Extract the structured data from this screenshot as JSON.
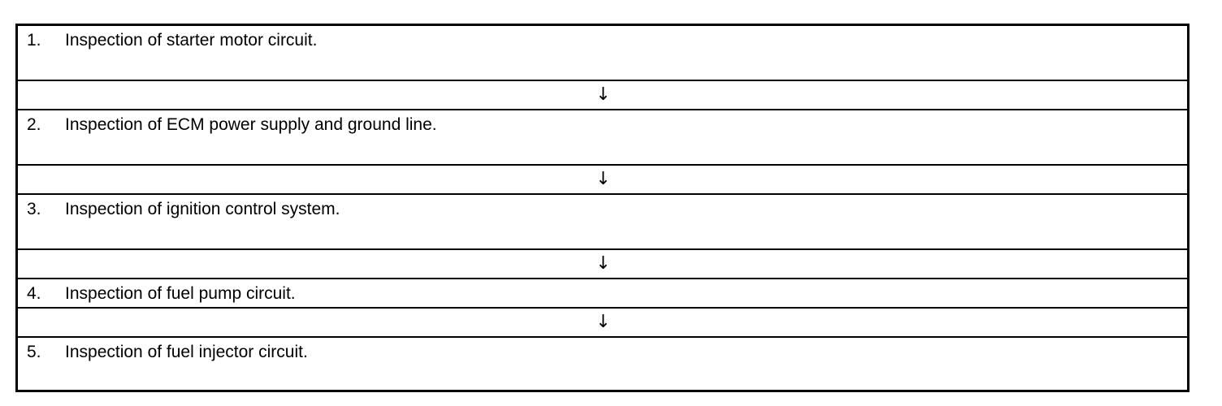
{
  "steps": [
    {
      "number": "1.",
      "text": "Inspection of starter motor circuit."
    },
    {
      "number": "2.",
      "text": "Inspection of ECM power supply and ground line."
    },
    {
      "number": "3.",
      "text": "Inspection of ignition control system."
    },
    {
      "number": "4.",
      "text": "Inspection of fuel pump circuit."
    },
    {
      "number": "5.",
      "text": "Inspection of fuel injector circuit."
    }
  ],
  "arrow_icon": "↓"
}
